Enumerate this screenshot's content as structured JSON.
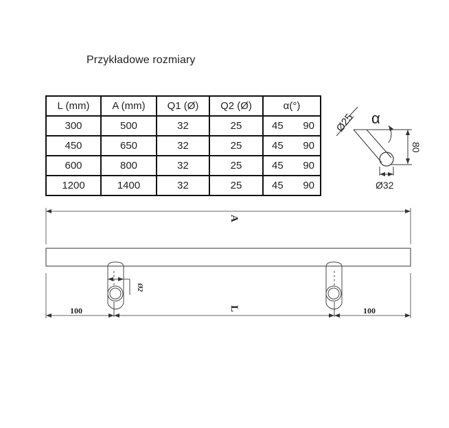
{
  "title": "Przykładowe rozmiary",
  "table": {
    "headers": [
      "L (mm)",
      "A (mm)",
      "Q1 (Ø)",
      "Q2 (Ø)",
      "α(°)"
    ],
    "rows": [
      {
        "L": "300",
        "A": "500",
        "Q1": "32",
        "Q2": "25",
        "alpha_min": "45",
        "alpha_max": "90"
      },
      {
        "L": "450",
        "A": "650",
        "Q1": "32",
        "Q2": "25",
        "alpha_min": "45",
        "alpha_max": "90"
      },
      {
        "L": "600",
        "A": "800",
        "Q1": "32",
        "Q2": "25",
        "alpha_min": "45",
        "alpha_max": "90"
      },
      {
        "L": "1200",
        "A": "1400",
        "Q1": "32",
        "Q2": "25",
        "alpha_min": "45",
        "alpha_max": "90"
      }
    ]
  },
  "side_view": {
    "diameter_top": "Ø25",
    "angle_label": "α",
    "height_label": "80",
    "diameter_bottom": "Ø32"
  },
  "front_view": {
    "overall_length_label": "A",
    "spacing_label": "L",
    "left_offset": "100",
    "right_offset": "100",
    "post_diameter_label": "Ø2"
  }
}
